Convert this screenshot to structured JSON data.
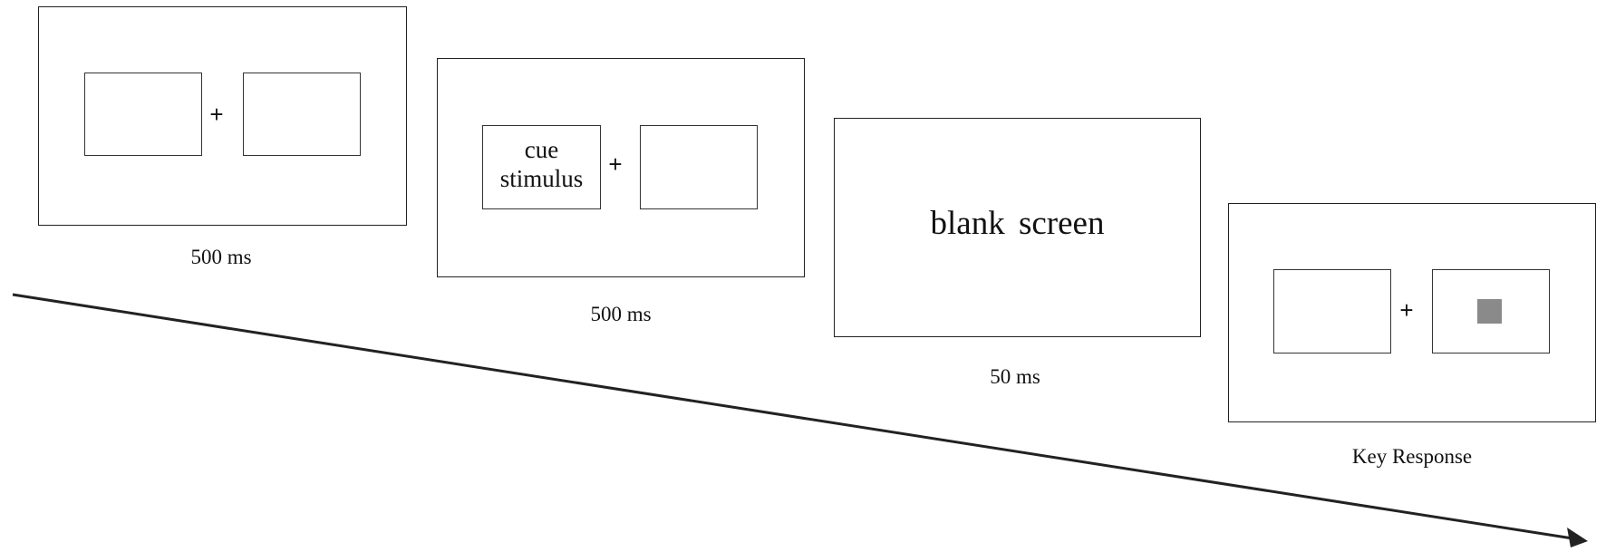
{
  "frames": [
    {
      "duration": "500 ms",
      "fixation": "+"
    },
    {
      "duration": "500 ms",
      "fixation": "+",
      "cue_label": "cue\nstimulus"
    },
    {
      "duration": "50 ms",
      "center_text": "blank  screen"
    },
    {
      "duration": "Key Response",
      "fixation": "+"
    }
  ],
  "colors": {
    "line": "#222222",
    "target": "#8a8a8a"
  }
}
